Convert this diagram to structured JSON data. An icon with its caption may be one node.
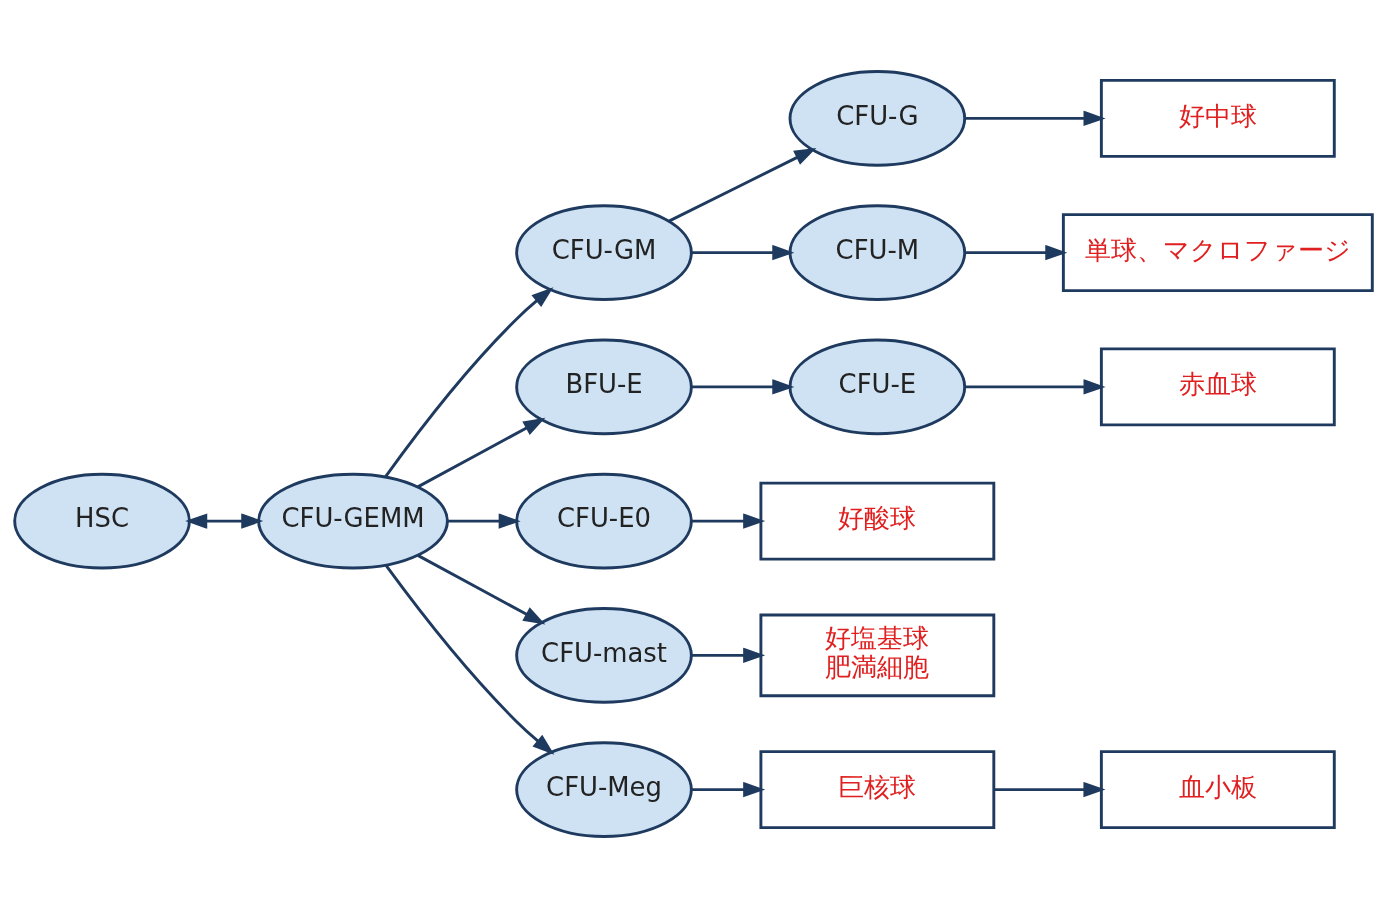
{
  "diagram": {
    "nodes": [
      {
        "text": [
          "HSC"
        ]
      },
      {
        "text": [
          "CFU-GEMM"
        ]
      },
      {
        "text": [
          "CFU-GM"
        ]
      },
      {
        "text": [
          "BFU-E"
        ]
      },
      {
        "text": [
          "CFU-E0"
        ]
      },
      {
        "text": [
          "CFU-mast"
        ]
      },
      {
        "text": [
          "CFU-Meg"
        ]
      },
      {
        "text": [
          "CFU-G"
        ]
      },
      {
        "text": [
          "CFU-M"
        ]
      },
      {
        "text": [
          "CFU-E"
        ]
      },
      {
        "text": [
          "好中球"
        ]
      },
      {
        "text": [
          "単球、マクロファージ"
        ]
      },
      {
        "text": [
          "赤血球"
        ]
      },
      {
        "text": [
          "好酸球"
        ]
      },
      {
        "text": [
          "好塩基球",
          "肥満細胞"
        ]
      },
      {
        "text": [
          "巨核球"
        ]
      },
      {
        "text": [
          "血小板"
        ]
      }
    ],
    "edges": [
      {
        "from": 0,
        "to": 1,
        "arrow": "both"
      },
      {
        "from": 1,
        "to": 2,
        "arrow": "to"
      },
      {
        "from": 1,
        "to": 3,
        "arrow": "to"
      },
      {
        "from": 1,
        "to": 4,
        "arrow": "to"
      },
      {
        "from": 1,
        "to": 5,
        "arrow": "to"
      },
      {
        "from": 1,
        "to": 6,
        "arrow": "to"
      },
      {
        "from": 2,
        "to": 7,
        "arrow": "to"
      },
      {
        "from": 2,
        "to": 8,
        "arrow": "to"
      },
      {
        "from": 3,
        "to": 9,
        "arrow": "to"
      },
      {
        "from": 7,
        "to": 10,
        "arrow": "to"
      },
      {
        "from": 8,
        "to": 11,
        "arrow": "to"
      },
      {
        "from": 9,
        "to": 12,
        "arrow": "to"
      },
      {
        "from": 4,
        "to": 13,
        "arrow": "to"
      },
      {
        "from": 5,
        "to": 14,
        "arrow": "to"
      },
      {
        "from": 6,
        "to": 15,
        "arrow": "to"
      },
      {
        "from": 15,
        "to": 16,
        "arrow": "to"
      }
    ]
  }
}
